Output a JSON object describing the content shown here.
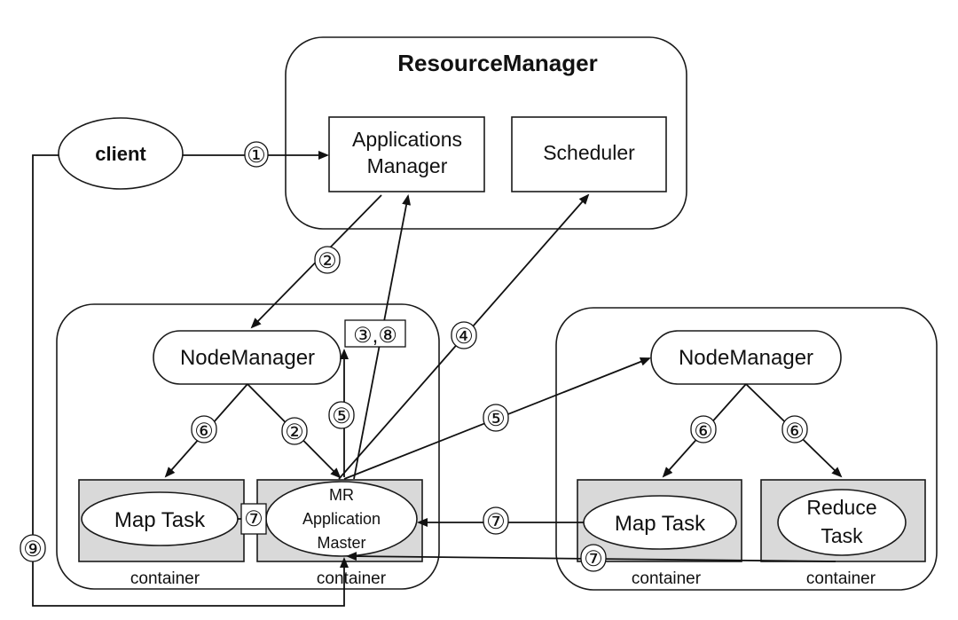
{
  "resource_manager": {
    "title": "ResourceManager",
    "applications_manager": [
      "Applications",
      "Manager"
    ],
    "scheduler": "Scheduler"
  },
  "client": "client",
  "node_left": {
    "node_manager": "NodeManager",
    "map_task": "Map Task",
    "mr_app_master": [
      "MR",
      "Application",
      "Master"
    ],
    "container_label_1": "container",
    "container_label_2": "container"
  },
  "node_right": {
    "node_manager": "NodeManager",
    "map_task": "Map Task",
    "reduce_task": [
      "Reduce",
      "Task"
    ],
    "container_label_1": "container",
    "container_label_2": "container"
  },
  "steps": {
    "s1": "①",
    "s2a": "②",
    "s2b": "②",
    "s38": "③,⑧",
    "s4": "④",
    "s5a": "⑤",
    "s5b": "⑤",
    "s6a": "⑥",
    "s6b": "⑥",
    "s6c": "⑥",
    "s7a": "⑦",
    "s7b": "⑦",
    "s7c": "⑦",
    "s9": "⑨"
  }
}
